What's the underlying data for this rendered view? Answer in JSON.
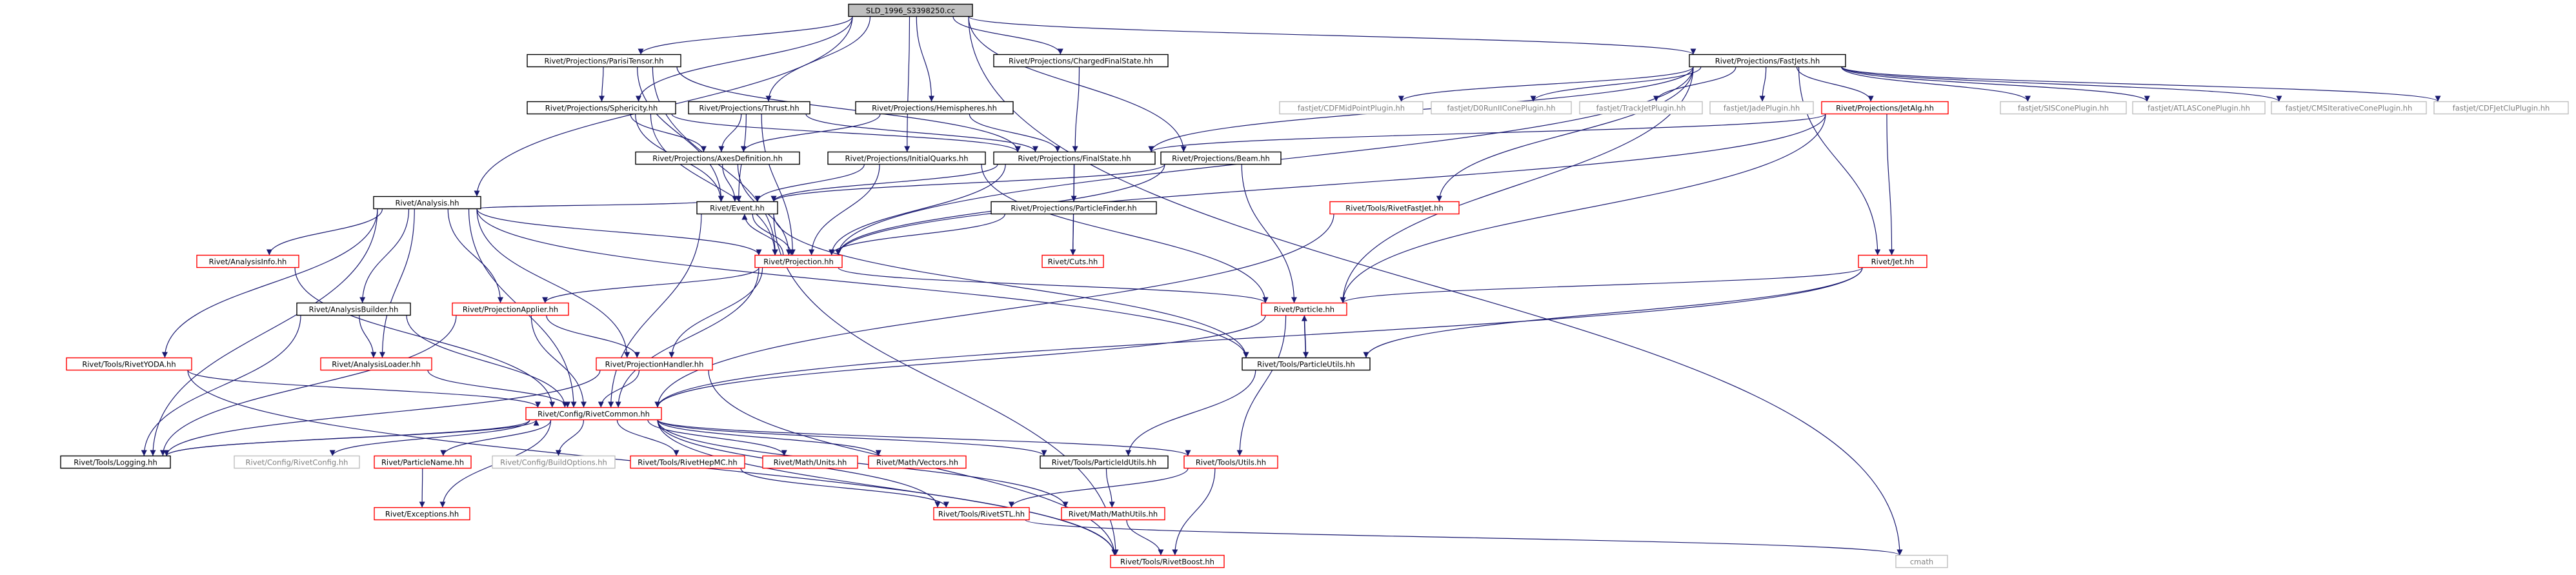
{
  "colors": {
    "normal_border": "#000000",
    "incomplete_border": "#ff0000",
    "external_border": "#bfbfbf",
    "root_fill": "#bfbfbf",
    "edge": "#191970",
    "text": "#000000",
    "external_text": "#808080"
  },
  "graph": {
    "nodes": [
      {
        "id": "root",
        "label": "SLD_1996_S3398250.cc",
        "kind": "root"
      },
      {
        "id": "pt",
        "label": "Rivet/Projections/ParisiTensor.hh",
        "kind": "normal"
      },
      {
        "id": "cfs",
        "label": "Rivet/Projections/ChargedFinalState.hh",
        "kind": "normal"
      },
      {
        "id": "fj",
        "label": "Rivet/Projections/FastJets.hh",
        "kind": "normal"
      },
      {
        "id": "sph",
        "label": "Rivet/Projections/Sphericity.hh",
        "kind": "normal"
      },
      {
        "id": "thr",
        "label": "Rivet/Projections/Thrust.hh",
        "kind": "normal"
      },
      {
        "id": "hem",
        "label": "Rivet/Projections/Hemispheres.hh",
        "kind": "normal"
      },
      {
        "id": "cdfmp",
        "label": "fastjet/CDFMidPointPlugin.hh",
        "kind": "external"
      },
      {
        "id": "d0r",
        "label": "fastjet/D0RunIIConePlugin.hh",
        "kind": "external"
      },
      {
        "id": "tj",
        "label": "fastjet/TrackJetPlugin.hh",
        "kind": "external"
      },
      {
        "id": "jade",
        "label": "fastjet/JadePlugin.hh",
        "kind": "external"
      },
      {
        "id": "jetalg",
        "label": "Rivet/Projections/JetAlg.hh",
        "kind": "incomplete"
      },
      {
        "id": "sis",
        "label": "fastjet/SISConePlugin.hh",
        "kind": "external"
      },
      {
        "id": "atlas",
        "label": "fastjet/ATLASConePlugin.hh",
        "kind": "external"
      },
      {
        "id": "cms",
        "label": "fastjet/CMSIterativeConePlugin.hh",
        "kind": "external"
      },
      {
        "id": "cdfjc",
        "label": "fastjet/CDFJetCluPlugin.hh",
        "kind": "external"
      },
      {
        "id": "ana",
        "label": "Rivet/Analysis.hh",
        "kind": "normal"
      },
      {
        "id": "axes",
        "label": "Rivet/Projections/AxesDefinition.hh",
        "kind": "normal"
      },
      {
        "id": "iq",
        "label": "Rivet/Projections/InitialQuarks.hh",
        "kind": "normal"
      },
      {
        "id": "fs",
        "label": "Rivet/Projections/FinalState.hh",
        "kind": "normal"
      },
      {
        "id": "beam",
        "label": "Rivet/Projections/Beam.hh",
        "kind": "normal"
      },
      {
        "id": "event",
        "label": "Rivet/Event.hh",
        "kind": "normal"
      },
      {
        "id": "pf",
        "label": "Rivet/Projections/ParticleFinder.hh",
        "kind": "normal"
      },
      {
        "id": "rfj",
        "label": "Rivet/Tools/RivetFastJet.hh",
        "kind": "incomplete"
      },
      {
        "id": "ainfo",
        "label": "Rivet/AnalysisInfo.hh",
        "kind": "incomplete"
      },
      {
        "id": "proj",
        "label": "Rivet/Projection.hh",
        "kind": "incomplete"
      },
      {
        "id": "cuts",
        "label": "Rivet/Cuts.hh",
        "kind": "incomplete"
      },
      {
        "id": "jet",
        "label": "Rivet/Jet.hh",
        "kind": "incomplete"
      },
      {
        "id": "abuild",
        "label": "Rivet/AnalysisBuilder.hh",
        "kind": "normal"
      },
      {
        "id": "papp",
        "label": "Rivet/ProjectionApplier.hh",
        "kind": "incomplete"
      },
      {
        "id": "part",
        "label": "Rivet/Particle.hh",
        "kind": "incomplete"
      },
      {
        "id": "yoda",
        "label": "Rivet/Tools/RivetYODA.hh",
        "kind": "incomplete"
      },
      {
        "id": "aload",
        "label": "Rivet/AnalysisLoader.hh",
        "kind": "incomplete"
      },
      {
        "id": "phand",
        "label": "Rivet/ProjectionHandler.hh",
        "kind": "incomplete"
      },
      {
        "id": "putils",
        "label": "Rivet/Tools/ParticleUtils.hh",
        "kind": "normal"
      },
      {
        "id": "common",
        "label": "Rivet/Config/RivetCommon.hh",
        "kind": "incomplete"
      },
      {
        "id": "log",
        "label": "Rivet/Tools/Logging.hh",
        "kind": "normal"
      },
      {
        "id": "rcfg",
        "label": "Rivet/Config/RivetConfig.hh",
        "kind": "external"
      },
      {
        "id": "pname",
        "label": "Rivet/ParticleName.hh",
        "kind": "incomplete"
      },
      {
        "id": "bopt",
        "label": "Rivet/Config/BuildOptions.hh",
        "kind": "external"
      },
      {
        "id": "hepmc",
        "label": "Rivet/Tools/RivetHepMC.hh",
        "kind": "incomplete"
      },
      {
        "id": "units",
        "label": "Rivet/Math/Units.hh",
        "kind": "incomplete"
      },
      {
        "id": "vec",
        "label": "Rivet/Math/Vectors.hh",
        "kind": "incomplete"
      },
      {
        "id": "pidu",
        "label": "Rivet/Tools/ParticleIdUtils.hh",
        "kind": "normal"
      },
      {
        "id": "tutils",
        "label": "Rivet/Tools/Utils.hh",
        "kind": "incomplete"
      },
      {
        "id": "exc",
        "label": "Rivet/Exceptions.hh",
        "kind": "incomplete"
      },
      {
        "id": "stl",
        "label": "Rivet/Tools/RivetSTL.hh",
        "kind": "incomplete"
      },
      {
        "id": "mutils",
        "label": "Rivet/Math/MathUtils.hh",
        "kind": "incomplete"
      },
      {
        "id": "boost",
        "label": "Rivet/Tools/RivetBoost.hh",
        "kind": "incomplete"
      },
      {
        "id": "cmath",
        "label": "cmath",
        "kind": "external"
      }
    ],
    "edges": [
      [
        "root",
        "pt"
      ],
      [
        "root",
        "cfs"
      ],
      [
        "root",
        "fj"
      ],
      [
        "root",
        "sph"
      ],
      [
        "root",
        "thr"
      ],
      [
        "root",
        "hem"
      ],
      [
        "root",
        "iq"
      ],
      [
        "root",
        "beam"
      ],
      [
        "root",
        "ana"
      ],
      [
        "root",
        "cmath"
      ],
      [
        "pt",
        "fs"
      ],
      [
        "pt",
        "sph"
      ],
      [
        "pt",
        "event"
      ],
      [
        "pt",
        "proj"
      ],
      [
        "cfs",
        "fs"
      ],
      [
        "fj",
        "cdfmp"
      ],
      [
        "fj",
        "d0r"
      ],
      [
        "fj",
        "tj"
      ],
      [
        "fj",
        "jade"
      ],
      [
        "fj",
        "jetalg"
      ],
      [
        "fj",
        "sis"
      ],
      [
        "fj",
        "atlas"
      ],
      [
        "fj",
        "cms"
      ],
      [
        "fj",
        "cdfjc"
      ],
      [
        "fj",
        "rfj"
      ],
      [
        "fj",
        "fs"
      ],
      [
        "fj",
        "proj"
      ],
      [
        "fj",
        "jet"
      ],
      [
        "fj",
        "part"
      ],
      [
        "sph",
        "axes"
      ],
      [
        "sph",
        "fs"
      ],
      [
        "sph",
        "event"
      ],
      [
        "sph",
        "proj"
      ],
      [
        "thr",
        "axes"
      ],
      [
        "thr",
        "fs"
      ],
      [
        "thr",
        "event"
      ],
      [
        "thr",
        "proj"
      ],
      [
        "hem",
        "axes"
      ],
      [
        "hem",
        "fs"
      ],
      [
        "jetalg",
        "fs"
      ],
      [
        "jetalg",
        "jet"
      ],
      [
        "jetalg",
        "part"
      ],
      [
        "jetalg",
        "proj"
      ],
      [
        "ana",
        "event"
      ],
      [
        "ana",
        "proj"
      ],
      [
        "ana",
        "ainfo"
      ],
      [
        "ana",
        "abuild"
      ],
      [
        "ana",
        "papp"
      ],
      [
        "ana",
        "yoda"
      ],
      [
        "ana",
        "aload"
      ],
      [
        "ana",
        "phand"
      ],
      [
        "ana",
        "putils"
      ],
      [
        "ana",
        "common"
      ],
      [
        "ana",
        "log"
      ],
      [
        "axes",
        "event"
      ],
      [
        "axes",
        "proj"
      ],
      [
        "iq",
        "event"
      ],
      [
        "iq",
        "proj"
      ],
      [
        "iq",
        "part"
      ],
      [
        "fs",
        "pf"
      ],
      [
        "fs",
        "cuts"
      ],
      [
        "fs",
        "event"
      ],
      [
        "fs",
        "proj"
      ],
      [
        "beam",
        "event"
      ],
      [
        "beam",
        "proj"
      ],
      [
        "beam",
        "part"
      ],
      [
        "event",
        "proj"
      ],
      [
        "event",
        "common"
      ],
      [
        "event",
        "putils"
      ],
      [
        "event",
        "boost"
      ],
      [
        "pf",
        "proj"
      ],
      [
        "pf",
        "cuts"
      ],
      [
        "rfj",
        "common"
      ],
      [
        "ainfo",
        "common"
      ],
      [
        "proj",
        "event"
      ],
      [
        "proj",
        "papp"
      ],
      [
        "proj",
        "phand"
      ],
      [
        "proj",
        "common"
      ],
      [
        "proj",
        "part"
      ],
      [
        "jet",
        "part"
      ],
      [
        "jet",
        "putils"
      ],
      [
        "jet",
        "common"
      ],
      [
        "abuild",
        "aload"
      ],
      [
        "abuild",
        "common"
      ],
      [
        "abuild",
        "log"
      ],
      [
        "papp",
        "phand"
      ],
      [
        "papp",
        "common"
      ],
      [
        "papp",
        "log"
      ],
      [
        "part",
        "putils"
      ],
      [
        "part",
        "common"
      ],
      [
        "part",
        "tutils"
      ],
      [
        "yoda",
        "common"
      ],
      [
        "yoda",
        "boost"
      ],
      [
        "aload",
        "common"
      ],
      [
        "phand",
        "common"
      ],
      [
        "phand",
        "log"
      ],
      [
        "phand",
        "boost"
      ],
      [
        "putils",
        "part"
      ],
      [
        "putils",
        "pidu"
      ],
      [
        "common",
        "log"
      ],
      [
        "common",
        "rcfg"
      ],
      [
        "common",
        "bopt"
      ],
      [
        "common",
        "pname"
      ],
      [
        "common",
        "hepmc"
      ],
      [
        "common",
        "units"
      ],
      [
        "common",
        "vec"
      ],
      [
        "common",
        "pidu"
      ],
      [
        "common",
        "tutils"
      ],
      [
        "common",
        "exc"
      ],
      [
        "common",
        "stl"
      ],
      [
        "common",
        "mutils"
      ],
      [
        "common",
        "boost"
      ],
      [
        "log",
        "common"
      ],
      [
        "pname",
        "exc"
      ],
      [
        "hepmc",
        "stl"
      ],
      [
        "pidu",
        "mutils"
      ],
      [
        "tutils",
        "stl"
      ],
      [
        "tutils",
        "boost"
      ],
      [
        "stl",
        "cmath"
      ],
      [
        "mutils",
        "boost"
      ]
    ]
  }
}
